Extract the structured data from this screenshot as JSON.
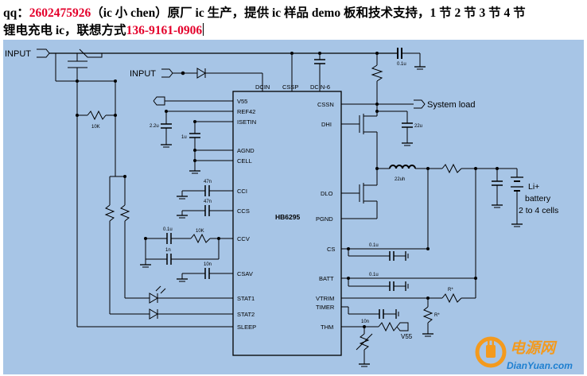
{
  "header": {
    "qq_label": "qq：",
    "qq_number": "2602475926",
    "mid_text": "（ic 小 chen）原厂 ic 生产，提供 ic 样品 demo 板和技术支持，1 节 2 节 3 节 4 节",
    "line2_text": "锂电充电 ic，联想方式",
    "phone": "136-9161-0906"
  },
  "schematic": {
    "chip_name": "HB6295",
    "pins_top": [
      "DCIN",
      "CSSP",
      "DCIN-6"
    ],
    "pins_left": [
      "V55",
      "REF42",
      "ISETIN",
      "AGND",
      "CELL",
      "CCI",
      "CCS",
      "CCV",
      "CSAV",
      "STAT1",
      "STAT2",
      "SLEEP"
    ],
    "pins_right": [
      "CSSN",
      "DHI",
      "DLO",
      "PGND",
      "CS",
      "BATT",
      "VTRIM",
      "TIMER",
      "THM"
    ],
    "input_main": "INPUT",
    "input_secondary": "INPUT",
    "system_load": "System load",
    "battery_label_1": "Li+",
    "battery_label_2": "battery",
    "battery_label_3": "2 to 4 cells",
    "component_values": {
      "c_input": "0.1u",
      "c_dhi": "22u",
      "inductor": "22uh",
      "r_10k_left": "10K",
      "c_ref": "2.2u",
      "c_iset": "1u",
      "c_cci": "47n",
      "c_ccs": "47n",
      "c_ccv_top": "0.1u",
      "r_ccv": "10K",
      "c_ccv_bottom": "1n",
      "c_csav": "10n",
      "c_cs": "0.1u",
      "c_batt": "0.1u",
      "c_timer": "10n",
      "r_vtrim": "R*",
      "r_vtrim_down": "R*",
      "thm_v55": "V55"
    }
  },
  "logo": {
    "brand_cn": "电源网",
    "brand_url": "DianYuan.com"
  },
  "colors": {
    "panel_bg": "#a7c5e6",
    "header_red": "#e4002b",
    "logo_orange": "#f39a1e",
    "logo_blue": "#1d7fd0"
  }
}
